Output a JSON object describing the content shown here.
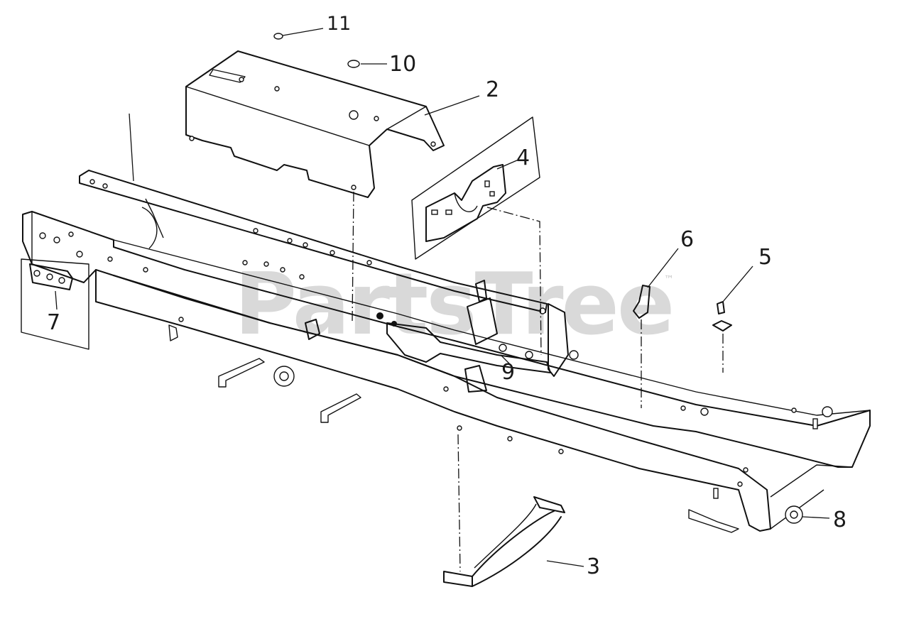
{
  "watermark": {
    "text": "PartsTree",
    "trademark": "™"
  },
  "callouts": [
    {
      "id": "1",
      "label": ""
    },
    {
      "id": "2",
      "label": "2"
    },
    {
      "id": "3",
      "label": "3"
    },
    {
      "id": "4",
      "label": "4"
    },
    {
      "id": "5",
      "label": "5"
    },
    {
      "id": "6",
      "label": "6"
    },
    {
      "id": "7",
      "label": "7"
    },
    {
      "id": "8",
      "label": "8"
    },
    {
      "id": "9",
      "label": "9"
    },
    {
      "id": "10",
      "label": "10"
    },
    {
      "id": "11",
      "label": "11"
    }
  ],
  "colors": {
    "line": "#111111",
    "background": "#ffffff",
    "watermark": "#d9d9d9"
  }
}
